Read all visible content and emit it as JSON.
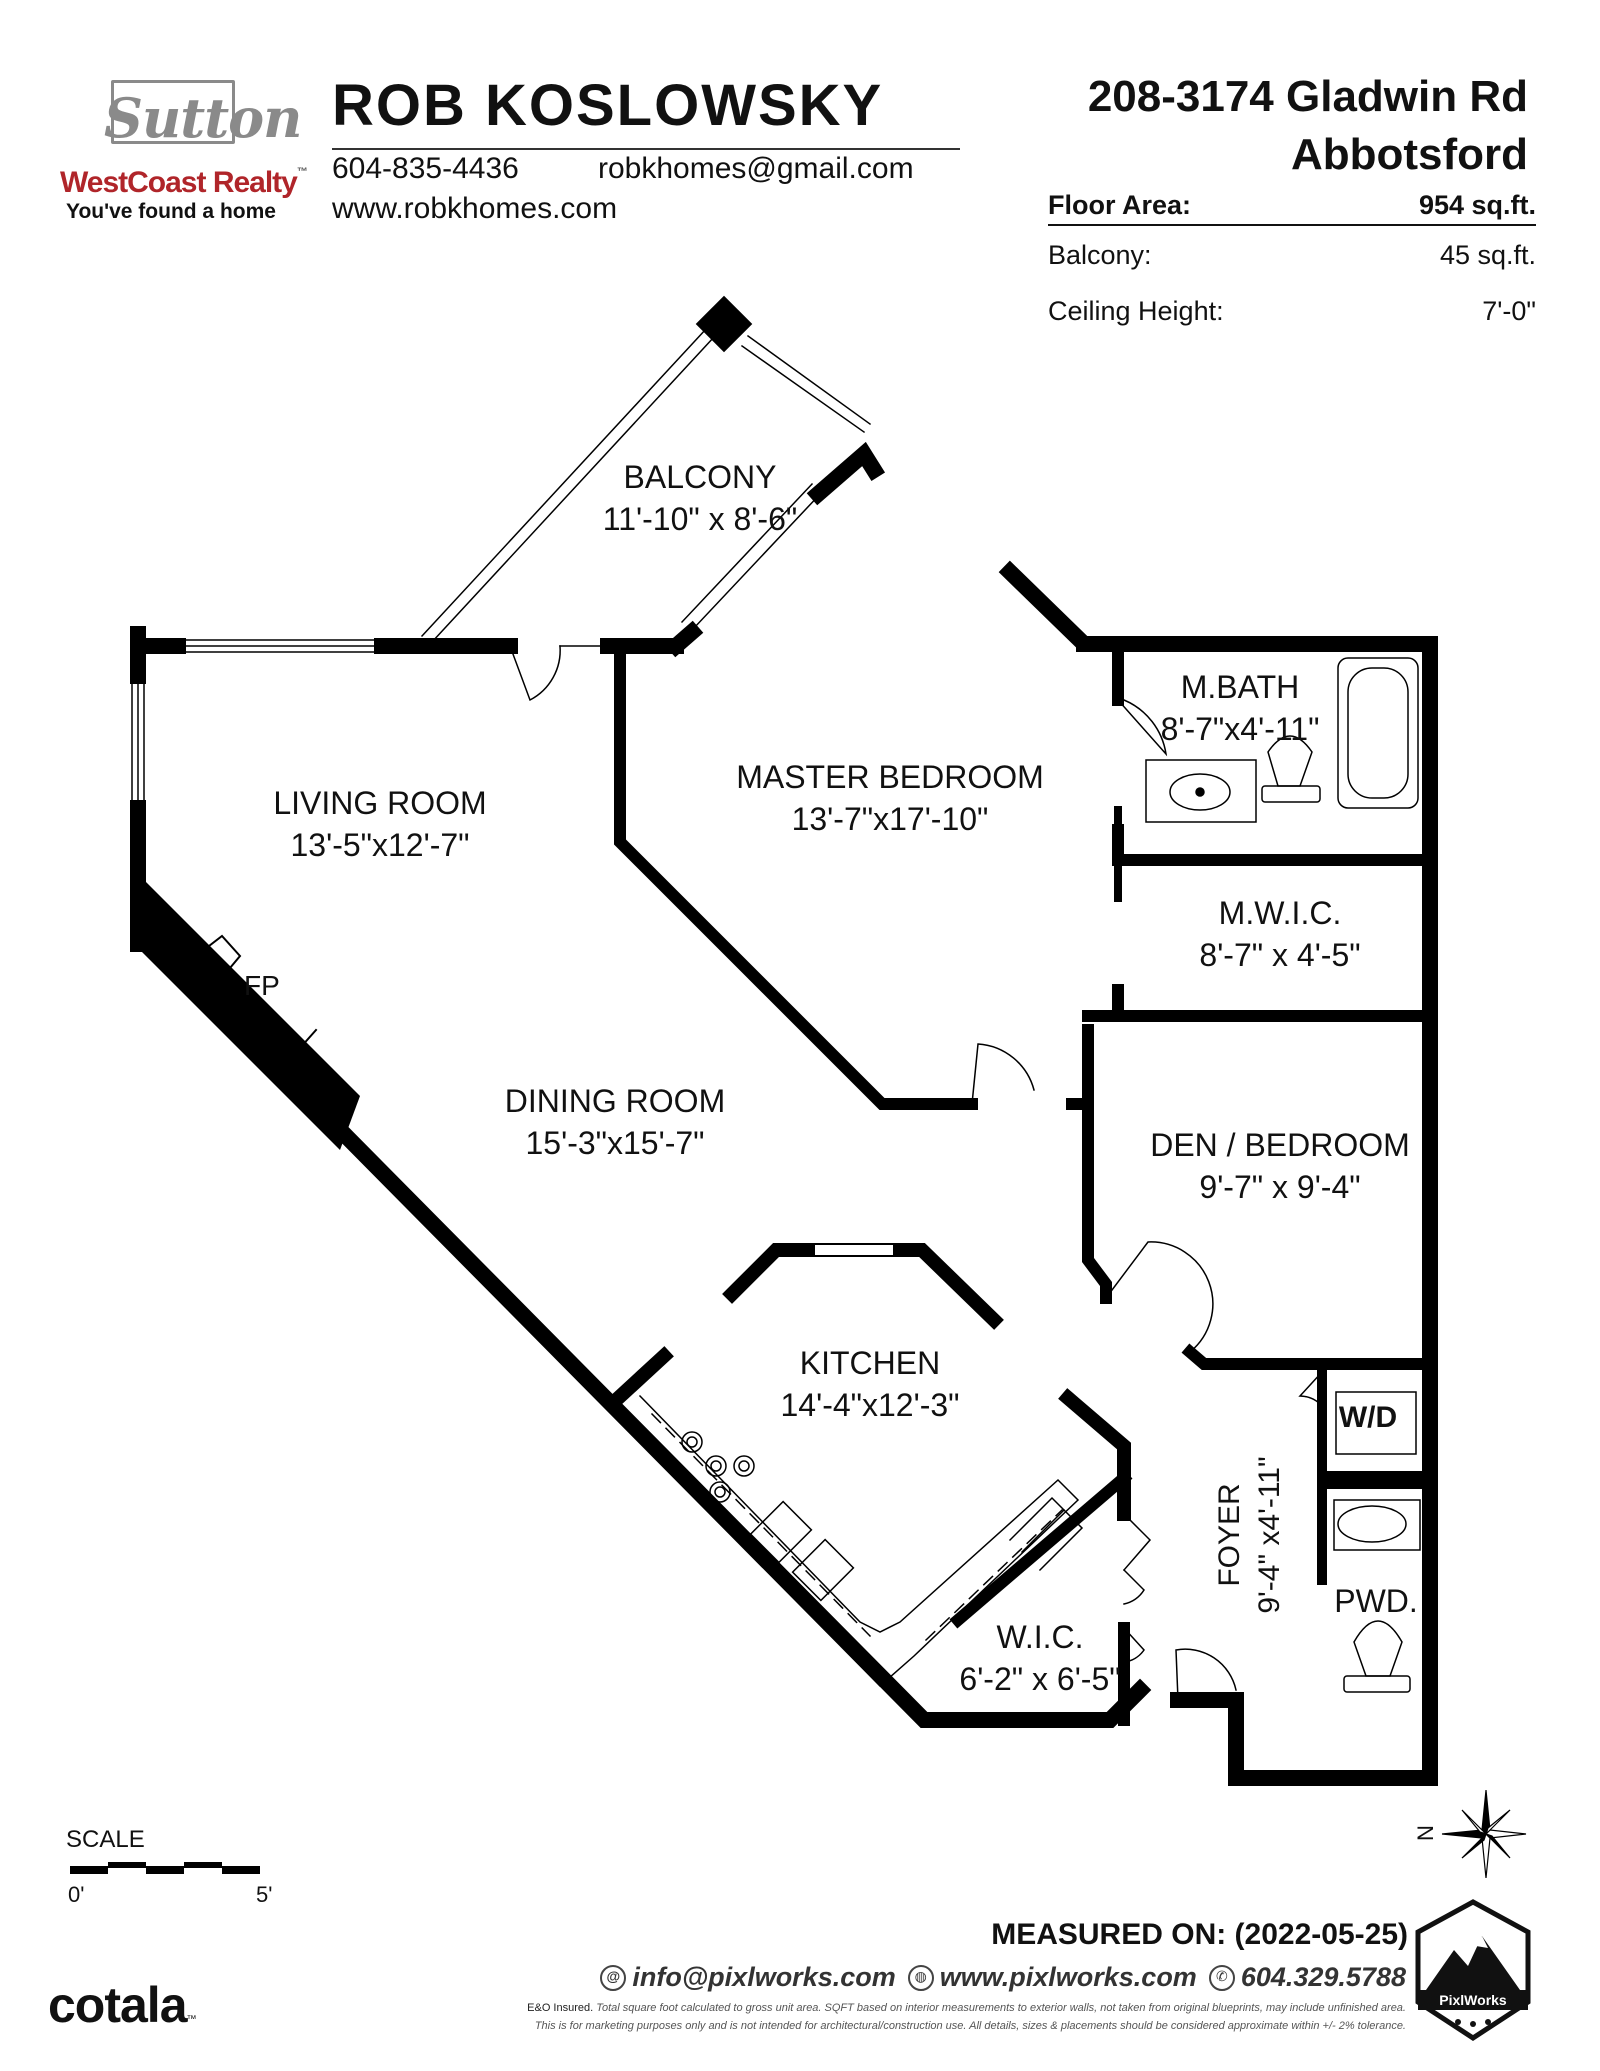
{
  "brokerage": {
    "logo_word": "Sutton",
    "brand": "WestCoast Realty",
    "tm": "™",
    "tagline": "You've found a home"
  },
  "agent": {
    "name": "ROB KOSLOWSKY",
    "phone": "604-835-4436",
    "email": "robkhomes@gmail.com",
    "website": "www.robkhomes.com"
  },
  "property": {
    "address_line1": "208-3174 Gladwin Rd",
    "address_line2": "Abbotsford",
    "floor_area_label": "Floor Area:",
    "floor_area_value": "954 sq.ft.",
    "balcony_label": "Balcony:",
    "balcony_value": "45 sq.ft.",
    "ceiling_label": "Ceiling Height:",
    "ceiling_value": "7'-0\""
  },
  "rooms": {
    "balcony": {
      "name": "BALCONY",
      "dims": "11'-10\" x 8'-6\""
    },
    "living": {
      "name": "LIVING ROOM",
      "dims": "13'-5\"x12'-7\""
    },
    "master": {
      "name": "MASTER BEDROOM",
      "dims": "13'-7\"x17'-10\""
    },
    "mbath": {
      "name": "M.BATH",
      "dims": "8'-7\"x4'-11\""
    },
    "mwic": {
      "name": "M.W.I.C.",
      "dims": "8'-7\" x 4'-5\""
    },
    "dining": {
      "name": "DINING ROOM",
      "dims": "15'-3\"x15'-7\""
    },
    "den": {
      "name": "DEN / BEDROOM",
      "dims": "9'-7\" x 9'-4\""
    },
    "kitchen": {
      "name": "KITCHEN",
      "dims": "14'-4\"x12'-3\""
    },
    "foyer": {
      "name": "FOYER",
      "dims": "9'-4\" x4'-11\""
    },
    "wic": {
      "name": "W.I.C.",
      "dims": "6'-2\" x 6'-5\""
    },
    "pwd": {
      "name": "PWD."
    },
    "wd": {
      "name": "W/D"
    },
    "fp": {
      "name": "FP"
    }
  },
  "scale": {
    "label": "SCALE",
    "start": "0'",
    "end": "5'"
  },
  "compass": {
    "label": "N"
  },
  "footer": {
    "measured_on": "MEASURED ON: (2022-05-25)",
    "email": "info@pixlworks.com",
    "website": "www.pixlworks.com",
    "phone": "604.329.5788",
    "eo": "E&O Insured.",
    "disclaimer1": "Total square foot calculated to gross unit area. SQFT based on interior measurements to exterior walls, not taken from original blueprints, may include unfinished area.",
    "disclaimer2": "This is for marketing purposes only and is not intended for architectural/construction use.  All details, sizes & placements should be considered approximate within +/- 2%  tolerance.",
    "cotala": "cotala",
    "cotala_tm": "™",
    "pixlworks": "PixlWorks"
  },
  "colors": {
    "wall": "#000000",
    "brand_red": "#b0252a",
    "logo_grey": "#8a8a8a"
  }
}
